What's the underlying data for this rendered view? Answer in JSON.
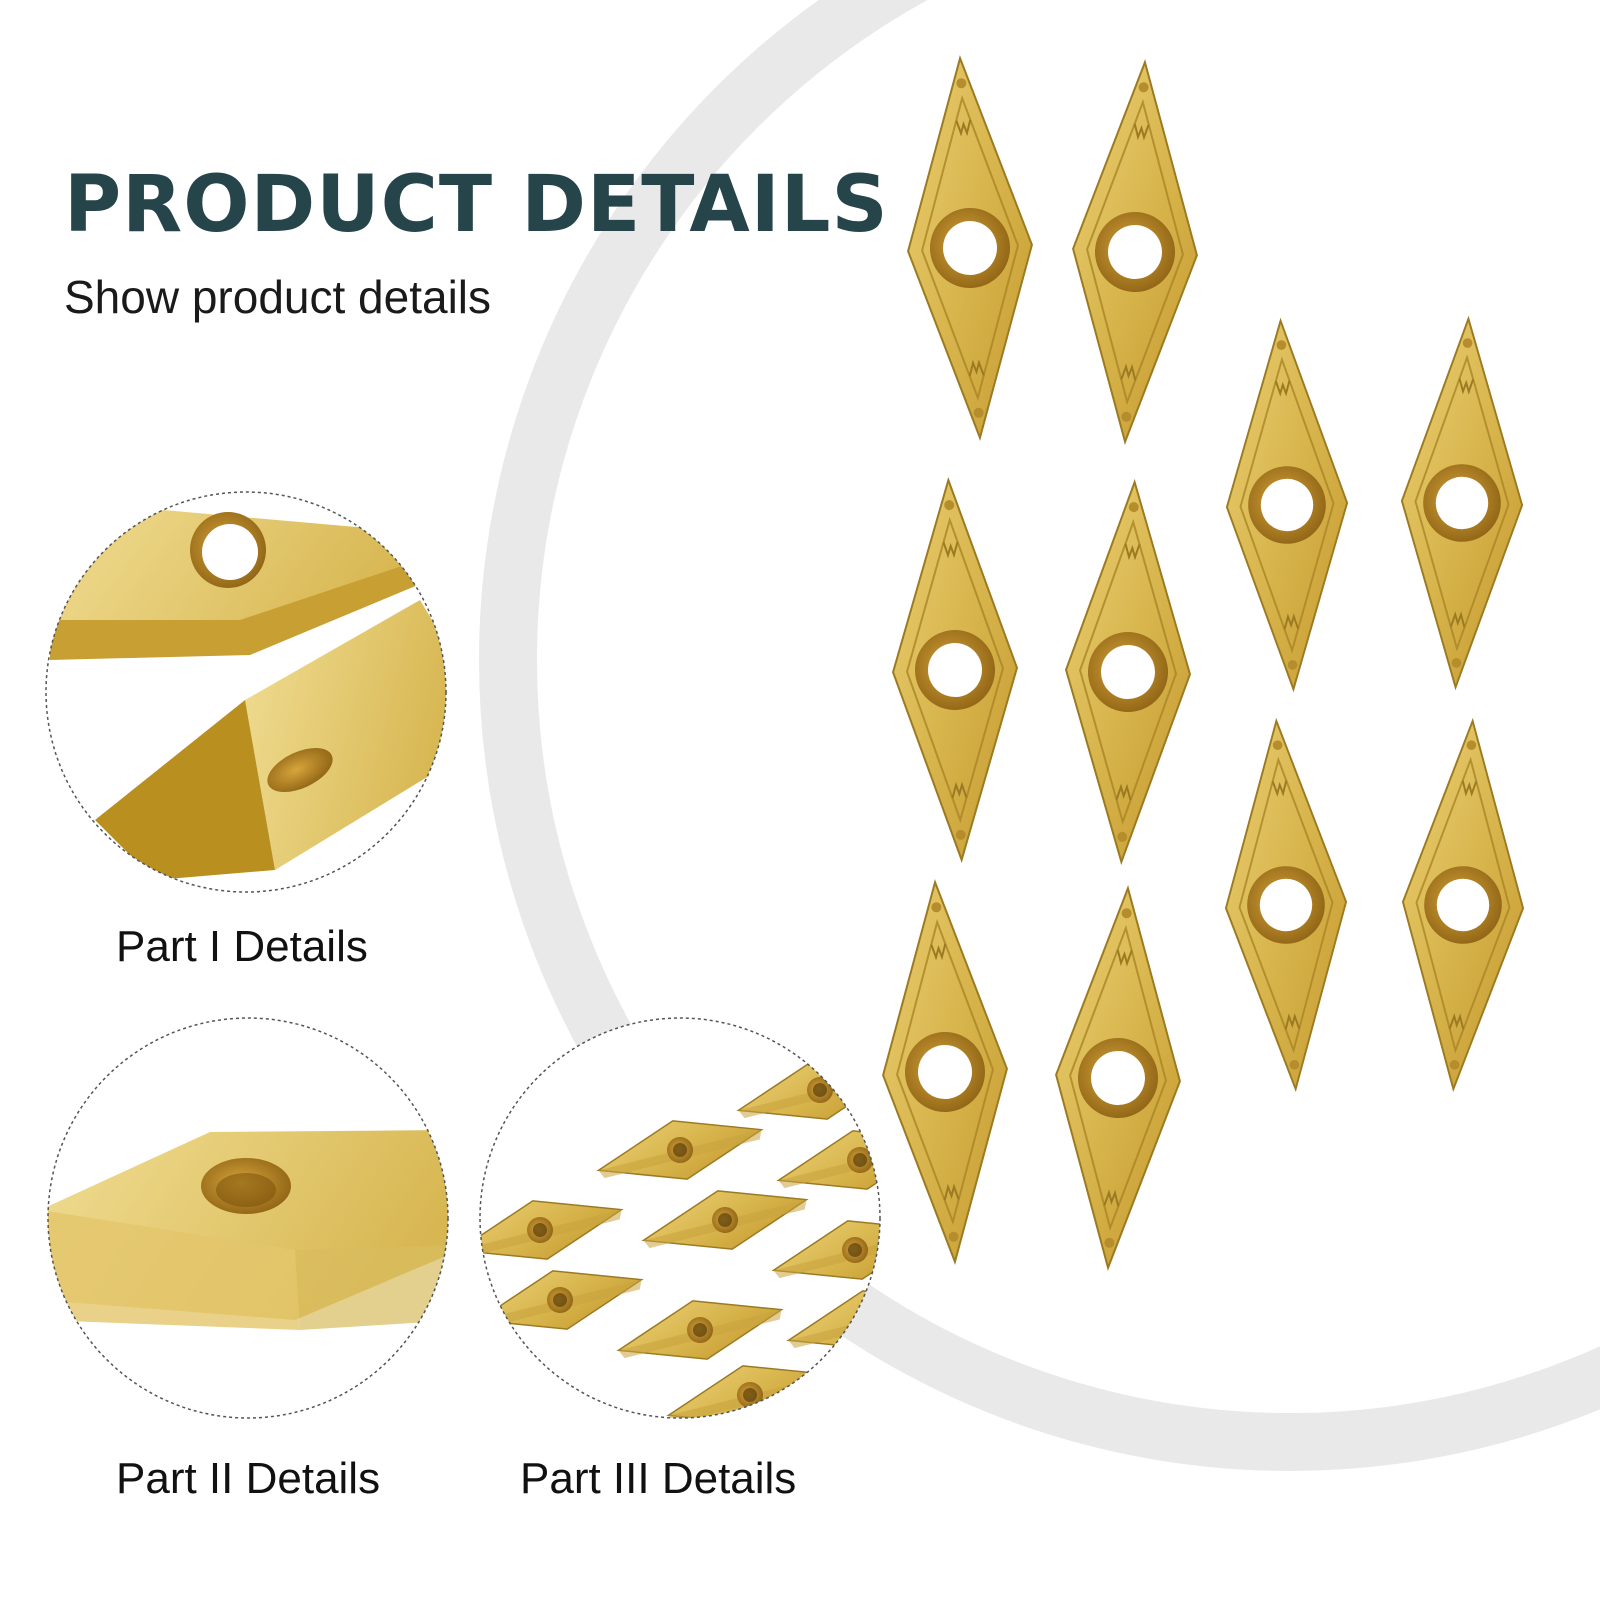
{
  "header": {
    "title": "PRODUCT DETAILS",
    "subtitle": "Show product details"
  },
  "details": [
    {
      "label": "Part I Details"
    },
    {
      "label": "Part II Details"
    },
    {
      "label": "Part III Details"
    }
  ],
  "product": {
    "name": "gold-carbide-diamond-insert",
    "count_shown": 10
  },
  "colors": {
    "title": "#26454a",
    "gold": "#d6b24a",
    "gold_dark": "#a77b1c",
    "arc": "#e8e8e8"
  }
}
